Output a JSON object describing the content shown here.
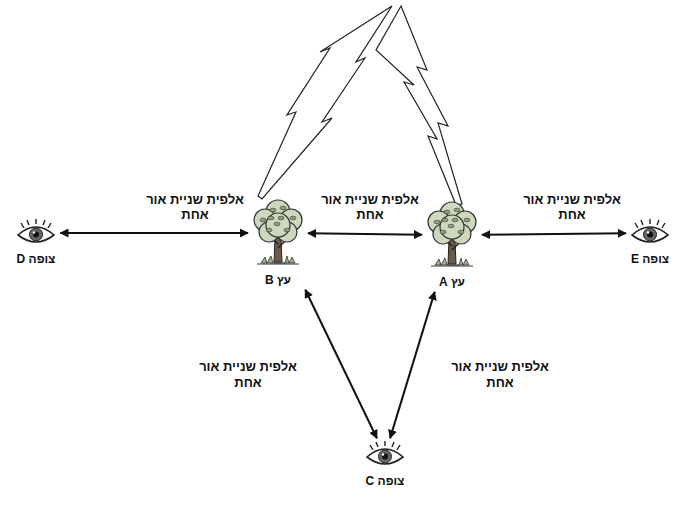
{
  "diagram": {
    "nodes": [
      {
        "text": [
          "צופה D"
        ]
      },
      {
        "text": [
          "עץ B"
        ]
      },
      {
        "text": [
          "עץ A"
        ]
      },
      {
        "text": [
          "צופה E"
        ]
      },
      {
        "text": [
          "צופה C"
        ]
      }
    ],
    "edges": [
      {
        "from": 0,
        "to": 1,
        "arrow": "both",
        "label": "אלפית שניית אור אחת"
      },
      {
        "from": 1,
        "to": 2,
        "arrow": "both",
        "label": "אלפית שניית אור אחת"
      },
      {
        "from": 2,
        "to": 3,
        "arrow": "both",
        "label": "אלפית שניית אור אחת"
      },
      {
        "from": 1,
        "to": 4,
        "arrow": "both",
        "label": "אלפית שניית אור אחת"
      },
      {
        "from": 2,
        "to": 4,
        "arrow": "both",
        "label": "אלפית שניית אור אחת"
      }
    ]
  }
}
